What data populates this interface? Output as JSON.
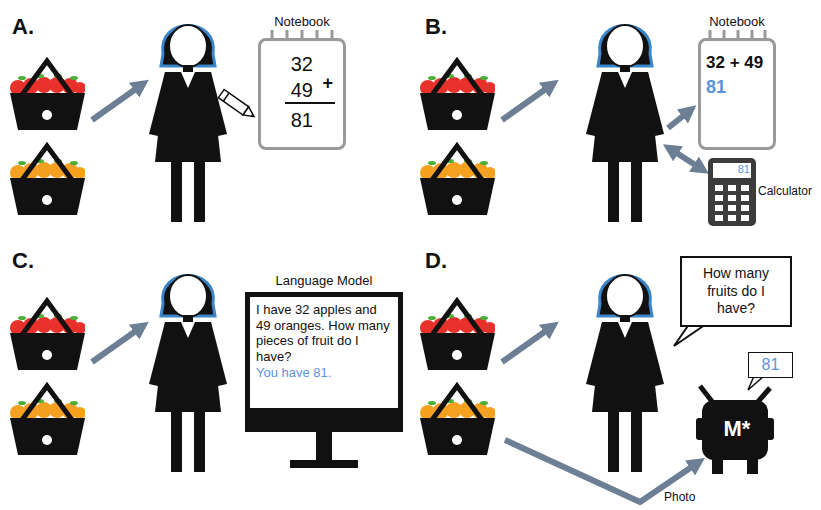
{
  "diagram": {
    "nodes": [
      {
        "text": [
          "Notebook",
          "32",
          "49",
          "+",
          "81"
        ]
      },
      {
        "text": [
          "Notebook",
          "32 + 49",
          "81"
        ]
      },
      {
        "text": [
          "81",
          "Calculator"
        ]
      },
      {
        "text": [
          "Language Model",
          "I have 32 apples and 49 oranges. How many pieces of fruit do I have?",
          "You have 81."
        ]
      },
      {
        "text": [
          "How many fruits do I have?"
        ]
      },
      {
        "text": [
          "M*"
        ]
      },
      {
        "text": [
          "81"
        ]
      }
    ],
    "labels": [
      "A.",
      "B.",
      "C.",
      "D.",
      "Photo"
    ]
  }
}
